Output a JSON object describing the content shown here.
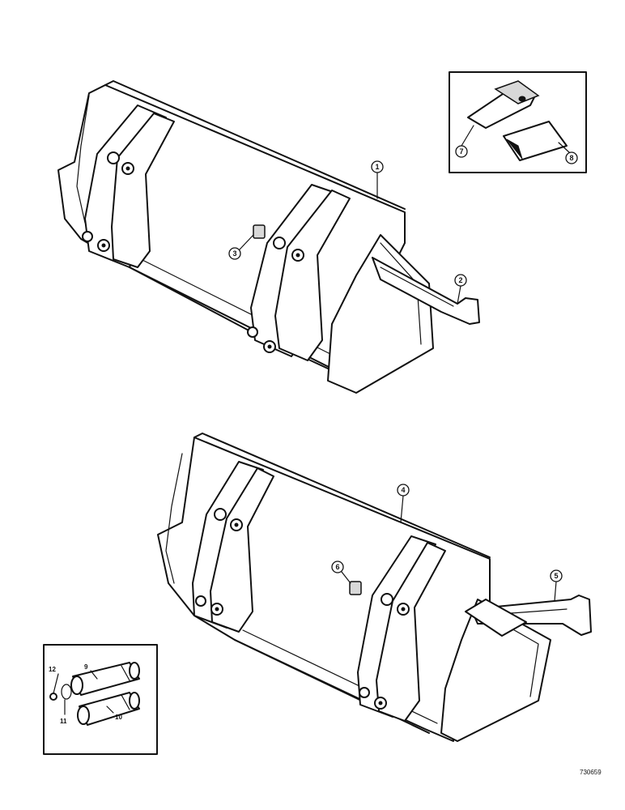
{
  "callouts": {
    "c1": "1",
    "c2": "2",
    "c3": "3",
    "c4": "4",
    "c5": "5",
    "c6": "6",
    "c7": "7",
    "c8": "8",
    "c9": "9",
    "c10": "10",
    "c11": "11",
    "c12": "12"
  },
  "figure_ref": "730659"
}
